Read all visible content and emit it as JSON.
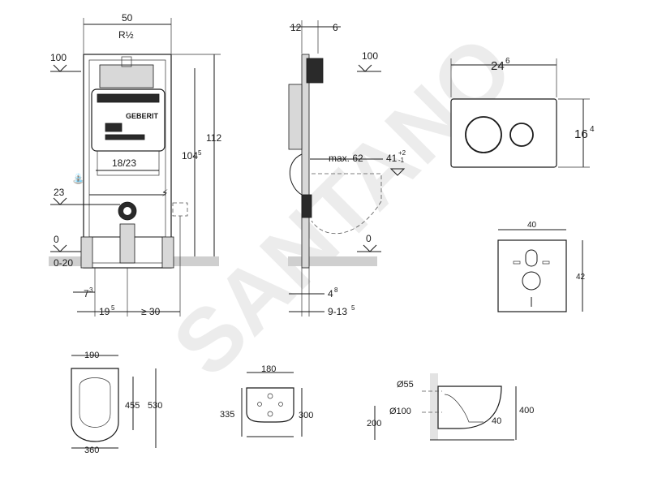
{
  "brand": {
    "logo_text": "GEBERIT",
    "watermark": "SANTANO"
  },
  "front_view": {
    "width": "50",
    "thread": "R½",
    "top_level": "100",
    "height_total": "112",
    "height_main": "104",
    "height_main_sup": "5",
    "spacing": "18/23",
    "level_23": "23",
    "level_0": "0",
    "floor_range": "0-20",
    "offset_7": "7",
    "offset_7_sup": "3",
    "offset_19": "19",
    "offset_19_sup": "5",
    "offset_30": "≥ 30"
  },
  "side_view": {
    "dim_12": "12",
    "dim_6": "6",
    "top_level": "100",
    "max_62": "max. 62",
    "dim_41": "41",
    "tol_plus": "+2",
    "tol_minus": "-1",
    "level_0": "0",
    "depth_4": "4",
    "depth_4_sup": "8",
    "depth_range": "9-13",
    "depth_range_sup": "5"
  },
  "flush_plate": {
    "width": "24",
    "width_sup": "6",
    "height": "16",
    "height_sup": "4"
  },
  "soundproof_mat": {
    "width": "40",
    "height": "42"
  },
  "toilet_top": {
    "width_top": "190",
    "length_inner": "455",
    "length_total": "530",
    "width_bottom": "360"
  },
  "toilet_back": {
    "width_top": "180",
    "height_left": "335",
    "height_right": "300"
  },
  "toilet_side": {
    "dia_55": "Ø55",
    "dia_100": "Ø100",
    "height_200": "200",
    "dim_40": "40",
    "height_400": "400"
  }
}
